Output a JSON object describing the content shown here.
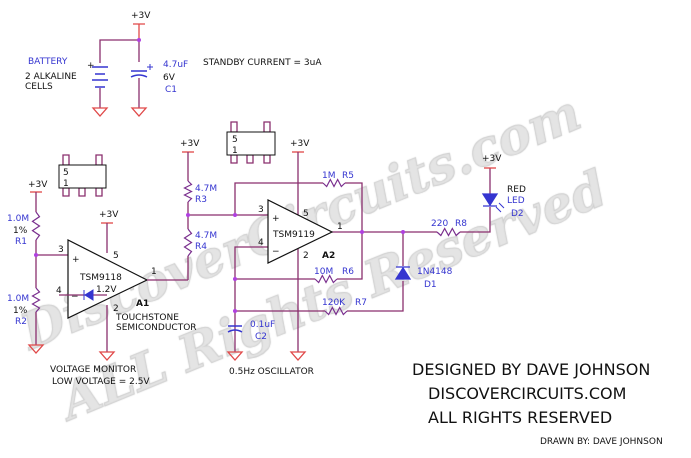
{
  "watermark": {
    "line1": "DiscoverCircuits.com",
    "line2": "ALL Rights Reserved"
  },
  "power": {
    "rail": "+3V"
  },
  "battery": {
    "label": "BATTERY",
    "desc1": "2 ALKALINE",
    "desc2": "CELLS",
    "plus": "+"
  },
  "c1": {
    "value": "4.7uF",
    "voltage": "6V",
    "ref": "C1"
  },
  "standby": "STANDBY CURRENT = 3uA",
  "package": {
    "pin_top": "5",
    "pin_bottom": "1"
  },
  "r1": {
    "value": "1.0M",
    "tol": "1%",
    "ref": "R1"
  },
  "r2": {
    "value": "1.0M",
    "tol": "1%",
    "ref": "R2"
  },
  "a1": {
    "part": "TSM9118",
    "ref": "A1",
    "ref_voltage": "1.2V",
    "maker1": "TOUCHSTONE",
    "maker2": "SEMICONDUCTOR",
    "pins": {
      "p3": "3",
      "p4": "4",
      "p5": "5",
      "p2": "2",
      "p1": "1"
    },
    "plus": "+",
    "minus": "−"
  },
  "monitor": {
    "line1": "VOLTAGE MONITOR",
    "line2": "LOW VOLTAGE = 2.5V"
  },
  "r3": {
    "value": "4.7M",
    "ref": "R3"
  },
  "r4": {
    "value": "4.7M",
    "ref": "R4"
  },
  "a2": {
    "part": "TSM9119",
    "ref": "A2",
    "pins": {
      "p3": "3",
      "p4": "4",
      "p5": "5",
      "p2": "2",
      "p1": "1"
    },
    "plus": "+",
    "minus": "−"
  },
  "r5": {
    "value": "1M",
    "ref": "R5"
  },
  "r6": {
    "value": "10M",
    "ref": "R6"
  },
  "r7": {
    "value": "120K",
    "ref": "R7"
  },
  "r8": {
    "value": "220",
    "ref": "R8"
  },
  "c2": {
    "value": "0.1uF",
    "ref": "C2"
  },
  "d1": {
    "part": "1N4148",
    "ref": "D1"
  },
  "d2": {
    "color": "RED",
    "type": "LED",
    "ref": "D2"
  },
  "oscillator": "0.5Hz OSCILLATOR",
  "credits": {
    "designed": "DESIGNED BY DAVE JOHNSON",
    "site": "DISCOVERCIRCUITS.COM",
    "rights": "ALL RIGHTS RESERVED",
    "drawn": "DRAWN BY: DAVE JOHNSON"
  },
  "colors": {
    "wire": "#8a2f6e",
    "power": "#e04848",
    "label_blue": "#3535d0",
    "junction": "#b040e0"
  }
}
